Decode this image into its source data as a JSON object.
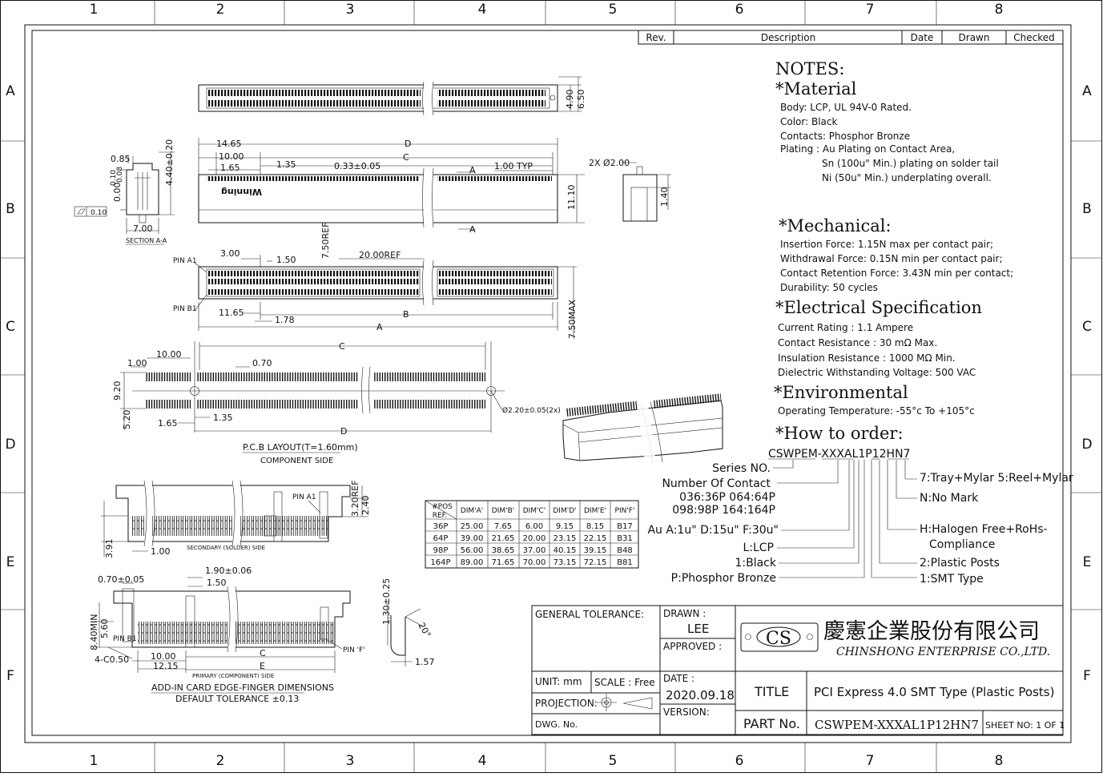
{
  "border": {
    "columns": [
      "1",
      "2",
      "3",
      "4",
      "5",
      "6",
      "7",
      "8"
    ],
    "rows": [
      "A",
      "B",
      "C",
      "D",
      "E",
      "F"
    ]
  },
  "revision_table": {
    "headers": [
      "Rev.",
      "Description",
      "Date",
      "Drawn",
      "Checked"
    ]
  },
  "notes": {
    "title": "NOTES:",
    "material": {
      "heading": "*Material",
      "lines": [
        "Body: LCP, UL 94V-0 Rated.",
        "Color: Black",
        "Contacts: Phosphor Bronze",
        "Plating : Au Plating on Contact Area,",
        "Sn (100u\" Min.) plating on solder tail",
        "Ni (50u\" Min.) underplating overall."
      ]
    },
    "mechanical": {
      "heading": "*Mechanical:",
      "lines": [
        "Insertion Force: 1.15N max per contact pair;",
        "Withdrawal Force: 0.15N min per contact pair;",
        "Contact Retention Force: 3.43N min per contact;",
        "Durability: 50 cycles"
      ]
    },
    "electrical": {
      "heading": "*Electrical Specification",
      "lines": [
        "Current Rating : 1.1 Ampere",
        "Contact Resistance : 30 mΩ Max.",
        "Insulation Resistance : 1000 MΩ Min.",
        "Dielectric Withstanding Voltage: 500 VAC"
      ]
    },
    "environmental": {
      "heading": "*Environmental",
      "lines": [
        "Operating Temperature: -55°c To +105°c"
      ]
    },
    "order": {
      "heading": "*How to order:",
      "code": "CSWPEM-XXXAL1P12HN7",
      "left": [
        "Series NO.",
        "Number Of Contact",
        "036:36P  064:64P",
        "098:98P  164:164P",
        "Au A:1u\" D:15u\" F:30u\"",
        "L:LCP",
        "1:Black",
        "P:Phosphor Bronze"
      ],
      "right": [
        "7:Tray+Mylar  5:Reel+Mylar",
        "N:No Mark",
        "H:Halogen Free+RoHs-",
        "Compliance",
        "2:Plastic Posts",
        "1:SMT Type"
      ]
    }
  },
  "dim_table": {
    "headers": [
      "#POS REF.",
      "DIM'A'",
      "DIM'B'",
      "DIM'C'",
      "DIM'D'",
      "DIM'E'",
      "PIN'F'"
    ],
    "rows": [
      [
        "36P",
        "25.00",
        "7.65",
        "6.00",
        "9.15",
        "8.15",
        "B17"
      ],
      [
        "64P",
        "39.00",
        "21.65",
        "20.00",
        "23.15",
        "22.15",
        "B31"
      ],
      [
        "98P",
        "56.00",
        "38.65",
        "37.00",
        "40.15",
        "39.15",
        "B48"
      ],
      [
        "164P",
        "89.00",
        "71.65",
        "70.00",
        "73.15",
        "72.15",
        "B81"
      ]
    ]
  },
  "dims": {
    "top": {
      "d490": "4.90",
      "d650": "6.50"
    },
    "front": {
      "d1465": "14.65",
      "d1000": "10.00",
      "d165": "1.65",
      "d135": "1.35",
      "d033": "0.33±0.05",
      "typ": "1.00 TYP",
      "d": "D",
      "c": "C",
      "a": "A",
      "brand": "Winning",
      "d1110": "11.10"
    },
    "section": {
      "d085": "0.85",
      "d440": "4.40±0.20",
      "d010": "0.10",
      "d008": "0.08",
      "d000": "0.00",
      "flat": "0.10",
      "d700": "7.00",
      "label": "SECTION A-A"
    },
    "side": {
      "holes": "2X Ø2.00",
      "d140": "1.40"
    },
    "bottom": {
      "pina1": "PIN A1",
      "pinb1": "PIN B1",
      "d300": "3.00",
      "d150": "1.50",
      "d750ref": "7.50REF",
      "d2000ref": "20.00REF",
      "d1165": "11.65",
      "d178": "1.78",
      "b": "B",
      "a": "A",
      "d750max": "7.50MAX"
    },
    "pcb": {
      "d100": "1.00",
      "d1000": "10.00",
      "d070": "0.70",
      "c": "C",
      "d920": "9.20",
      "d520": "5.20",
      "d165": "1.65",
      "d135": "1.35",
      "d": "D",
      "hole": "Ø2.20±0.05(2x)",
      "title": "P.C.B LAYOUT(T=1.60mm)",
      "subtitle": "COMPONENT SIDE"
    },
    "card_secondary": {
      "pina1": "PIN A1",
      "d320ref": "3.20REF",
      "d240": "2.40",
      "d391": "3.91",
      "d100": "1.00",
      "label": "SECONDARY (SOLDER) SIDE"
    },
    "card_primary": {
      "d070": "0.70±0.05",
      "d190": "1.90±0.06",
      "d150": "1.50",
      "d840": "8.40MIN",
      "d560": "5.60",
      "pinb1": "PIN B1",
      "chamfer": "4-C0.50",
      "d1000": "10.00",
      "d1215": "12.15",
      "c": "C",
      "e": "E",
      "pinf": "PIN 'F'",
      "label": "PRIMARY (COMPONENT) SIDE",
      "title": "ADD-IN CARD EDGE-FINGER DIMENSIONS",
      "subtitle": "DEFAULT TOLERANCE ±0.13"
    },
    "pin": {
      "d130": "1.30±0.25",
      "angle": "20°",
      "d157": "1.57"
    }
  },
  "title_block": {
    "general_tolerance": "GENERAL TOLERANCE:",
    "drawn_label": "DRAWN :",
    "drawn_value": "LEE",
    "approved_label": "APPROVED :",
    "logo": "CS",
    "company_cn": "慶憲企業股份有限公司",
    "company_en": "CHINSHONG ENTERPRISE CO.,LTD.",
    "unit_label": "UNIT: mm",
    "scale_label": "SCALE : Free",
    "date_label": "DATE :",
    "date_value": "2020.09.18",
    "title_label": "TITLE",
    "title_value": "PCI Express 4.0 SMT Type (Plastic Posts)",
    "projection_label": "PROJECTION:",
    "version_label": "VERSION:",
    "dwg_label": "DWG. No.",
    "part_label": "PART No.",
    "part_value": "CSWPEM-XXXAL1P12HN7",
    "sheet": "SHEET NO: 1 OF 1"
  }
}
